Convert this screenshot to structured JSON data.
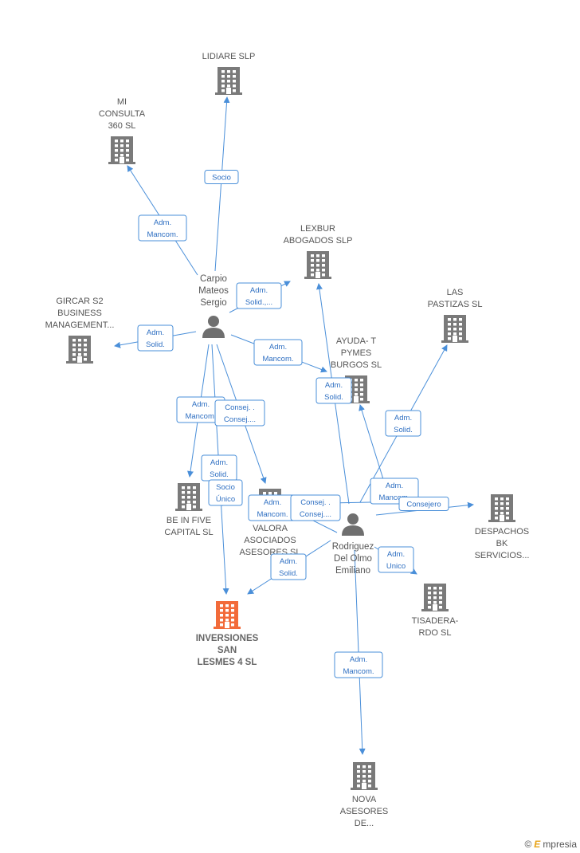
{
  "colors": {
    "edge": "#4a8fd9",
    "company": "#7a7a7a",
    "company_main": "#f26b3a",
    "person": "#6f6f6f",
    "label_text": "#2e6fc2"
  },
  "people": [
    {
      "id": "carpio",
      "lines": [
        "Carpio",
        "Mateos",
        "Sergio"
      ]
    },
    {
      "id": "rodriguez",
      "lines": [
        "Rodriguez",
        "Del Olmo",
        "Emiliano"
      ]
    }
  ],
  "companies": [
    {
      "id": "lidiare",
      "lines": [
        "LIDIARE  SLP"
      ]
    },
    {
      "id": "mi360",
      "lines": [
        "MI",
        "CONSULTA",
        "360  SL"
      ]
    },
    {
      "id": "lexbur",
      "lines": [
        "LEXBUR",
        "ABOGADOS  SLP"
      ]
    },
    {
      "id": "gircar",
      "lines": [
        "GIRCAR S2",
        "BUSINESS",
        "MANAGEMENT..."
      ]
    },
    {
      "id": "laspastizas",
      "lines": [
        "LAS",
        "PASTIZAS SL"
      ]
    },
    {
      "id": "ayudat",
      "lines": [
        "AYUDA- T",
        "PYMES",
        "BURGOS  SL"
      ]
    },
    {
      "id": "beinfive",
      "lines": [
        "BE IN FIVE",
        "CAPITAL  SL"
      ]
    },
    {
      "id": "valora",
      "lines": [
        "VALORA",
        "ASOCIADOS",
        "ASESORES  SL"
      ]
    },
    {
      "id": "despachos",
      "lines": [
        "DESPACHOS",
        "BK",
        "SERVICIOS..."
      ]
    },
    {
      "id": "tisadera",
      "lines": [
        "TISADERA-",
        "RDO SL"
      ]
    },
    {
      "id": "inversiones",
      "lines": [
        "INVERSIONES",
        "SAN",
        "LESMES 4  SL"
      ],
      "main": true
    },
    {
      "id": "nova",
      "lines": [
        "NOVA",
        "ASESORES",
        "DE..."
      ]
    }
  ],
  "edge_labels": [
    {
      "id": "l1",
      "lines": [
        "Socio"
      ]
    },
    {
      "id": "l2",
      "lines": [
        "Adm.",
        "Mancom."
      ]
    },
    {
      "id": "l3",
      "lines": [
        "Adm.",
        "Solid.,..."
      ]
    },
    {
      "id": "l4",
      "lines": [
        "Adm.",
        "Solid."
      ]
    },
    {
      "id": "l5",
      "lines": [
        "Adm.",
        "Mancom."
      ]
    },
    {
      "id": "l6",
      "lines": [
        "Adm.",
        "Mancom."
      ]
    },
    {
      "id": "l7",
      "lines": [
        "Consej. .",
        "Consej...."
      ]
    },
    {
      "id": "l8",
      "lines": [
        "Adm.",
        "Solid."
      ]
    },
    {
      "id": "l9",
      "lines": [
        "Socio",
        "Único"
      ]
    },
    {
      "id": "l10",
      "lines": [
        "Adm.",
        "Solid."
      ]
    },
    {
      "id": "l11",
      "lines": [
        "Adm.",
        "Solid."
      ]
    },
    {
      "id": "l12",
      "lines": [
        "Adm.",
        "Mancom."
      ]
    },
    {
      "id": "l13",
      "lines": [
        "Consejero"
      ]
    },
    {
      "id": "l14",
      "lines": [
        "Adm.",
        "Mancom."
      ]
    },
    {
      "id": "l15",
      "lines": [
        "Consej. .",
        "Consej...."
      ]
    },
    {
      "id": "l16",
      "lines": [
        "Adm.",
        "Solid."
      ]
    },
    {
      "id": "l17",
      "lines": [
        "Adm.",
        "Unico"
      ]
    },
    {
      "id": "l18",
      "lines": [
        "Adm.",
        "Mancom."
      ]
    }
  ],
  "copyright": {
    "symbol": "©",
    "brand_initial": "E",
    "brand_rest": "mpresia"
  }
}
